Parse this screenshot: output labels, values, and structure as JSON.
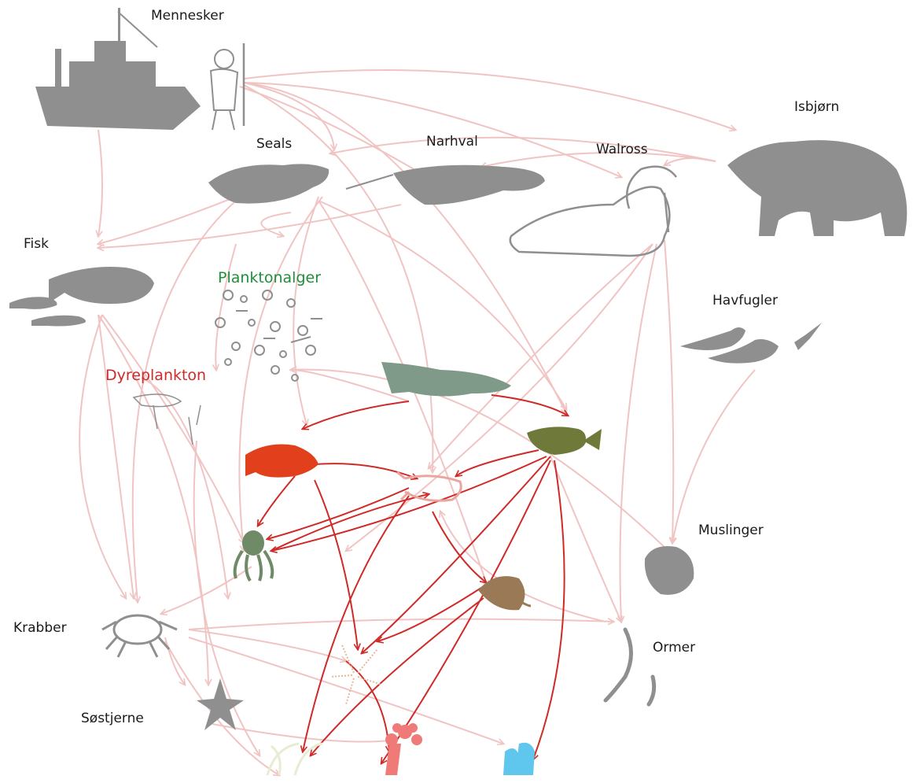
{
  "labels": {
    "mennesker": "Mennesker",
    "isbjorn": "Isbjørn",
    "seals": "Seals",
    "narhval": "Narhval",
    "walross": "Walross",
    "fisk": "Fisk",
    "planktonalger": "Planktonalger",
    "havfugler": "Havfugler",
    "dyreplankton": "Dyreplankton",
    "muslinger": "Muslinger",
    "krabber": "Krabber",
    "ormer": "Ormer",
    "sostjerne": "Søstjerne"
  },
  "colors": {
    "silhouette": "#8f8f8f",
    "pale_arrow": "#f1c4c4",
    "strong_arrow": "#cf2a27",
    "planktonalger_text": "#1f8f3a",
    "dyreplankton_text": "#cf2a27",
    "greenland_shark": "#7f9a88",
    "redfish": "#e2401c",
    "halibut": "#6f7a3a",
    "shrimp": "#e9a6a0",
    "octopus": "#6f8a67",
    "skate": "#9a7a56",
    "coral": "#ef7a78",
    "sponge": "#5fc6ee",
    "soft_coral": "#e7ecd2"
  }
}
